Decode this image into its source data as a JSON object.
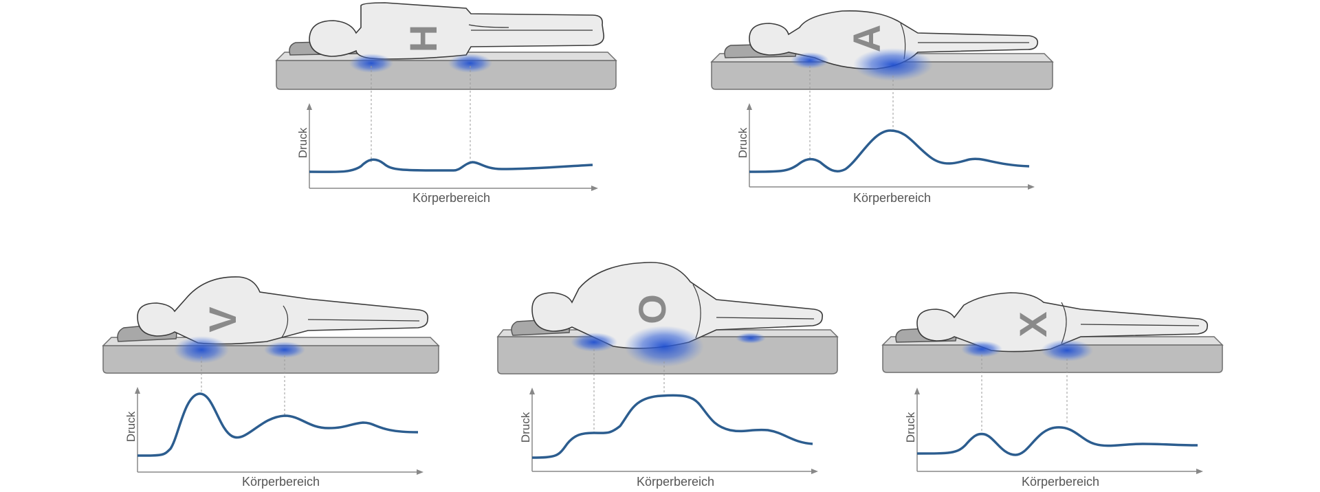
{
  "colors": {
    "mattress_fill": "#bdbdbd",
    "mattress_top": "#dedede",
    "mattress_stroke": "#6f6f6f",
    "body_fill": "#ececec",
    "body_stroke": "#3a3a3a",
    "pillow_fill": "#a8a8a8",
    "letter_fill": "#8a8a8a",
    "pressure_blue": "#2a57c8",
    "curve_color": "#2c5d8f",
    "axis_color": "#888888",
    "guide_color": "#9a9a9a"
  },
  "panels": [
    {
      "id": "H",
      "letter": "H",
      "y_axis_label": "Druck",
      "x_axis_label": "Körperbereich",
      "pressure_zones": [
        {
          "at": 0.28,
          "size": 0.35
        },
        {
          "at": 0.63,
          "size": 0.35
        }
      ]
    },
    {
      "id": "A",
      "letter": "A",
      "y_axis_label": "Druck",
      "x_axis_label": "Körperbereich",
      "pressure_zones": [
        {
          "at": 0.23,
          "size": 0.35
        },
        {
          "at": 0.54,
          "size": 0.9
        }
      ]
    },
    {
      "id": "V",
      "letter": "V",
      "y_axis_label": "Druck",
      "x_axis_label": "Körperbereich",
      "pressure_zones": [
        {
          "at": 0.29,
          "size": 0.85
        },
        {
          "at": 0.54,
          "size": 0.45
        }
      ]
    },
    {
      "id": "O",
      "letter": "O",
      "y_axis_label": "Druck",
      "x_axis_label": "Körperbereich",
      "pressure_zones": [
        {
          "at": 0.28,
          "size": 0.45
        },
        {
          "at": 0.49,
          "size": 1.0
        },
        {
          "at": 0.75,
          "size": 0.3
        }
      ]
    },
    {
      "id": "X",
      "letter": "X",
      "y_axis_label": "Druck",
      "x_axis_label": "Körperbereich",
      "pressure_zones": [
        {
          "at": 0.3,
          "size": 0.4
        },
        {
          "at": 0.55,
          "size": 0.55
        }
      ]
    }
  ]
}
